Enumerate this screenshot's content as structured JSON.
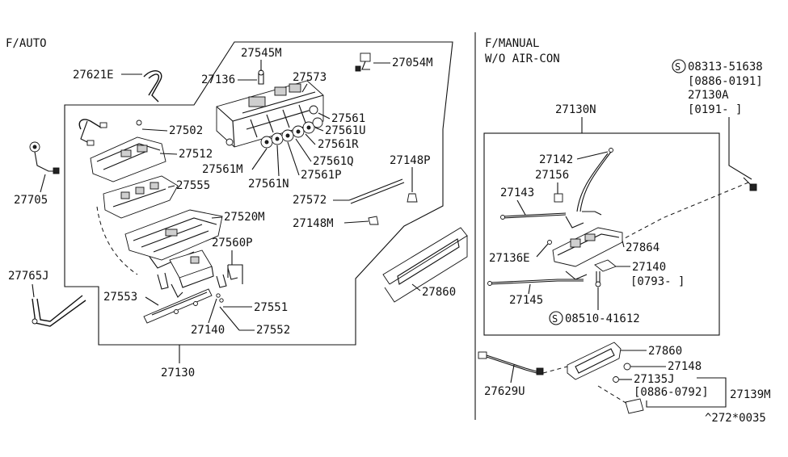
{
  "sections": {
    "auto": "F/AUTO",
    "manual_line1": "F/MANUAL",
    "manual_line2": "W/O AIR-CON"
  },
  "auto_labels": {
    "p27621E": "27621E",
    "p27545M": "27545M",
    "p27136": "27136",
    "p27573": "27573",
    "p27054M": "27054M",
    "p27561": "27561",
    "p27561U": "27561U",
    "p27561R": "27561R",
    "p27561Q": "27561Q",
    "p27561P": "27561P",
    "p27561N": "27561N",
    "p27561M": "27561M",
    "p27502": "27502",
    "p27512": "27512",
    "p27555": "27555",
    "p27705": "27705",
    "p27520M": "27520M",
    "p27148P": "27148P",
    "p27572": "27572",
    "p27148M": "27148M",
    "p27560P": "27560P",
    "p27765J": "27765J",
    "p27553": "27553",
    "p27551": "27551",
    "p27552": "27552",
    "p27140": "27140",
    "p27860": "27860",
    "p27130": "27130"
  },
  "manual_labels": {
    "screw_top_num": "08313-51638",
    "screw_top_date": "[0886-0191]",
    "p27130A": "27130A",
    "p27130A_date": "[0191-     ]",
    "p27130N": "27130N",
    "p27142": "27142",
    "p27156": "27156",
    "p27143": "27143",
    "p27864": "27864",
    "p27136E": "27136E",
    "p27140": "27140",
    "p27140_date": "[0793-     ]",
    "p27145": "27145",
    "screw_bottom_num": "08510-41612",
    "p27860": "27860",
    "p27148": "27148",
    "p27135J": "27135J",
    "p27135J_date": "[0886-0792]",
    "p27139M": "27139M",
    "p27629U": "27629U"
  },
  "footer": {
    "diagram_code": "^272*0035"
  },
  "icons": {
    "screw_symbol": "S"
  }
}
